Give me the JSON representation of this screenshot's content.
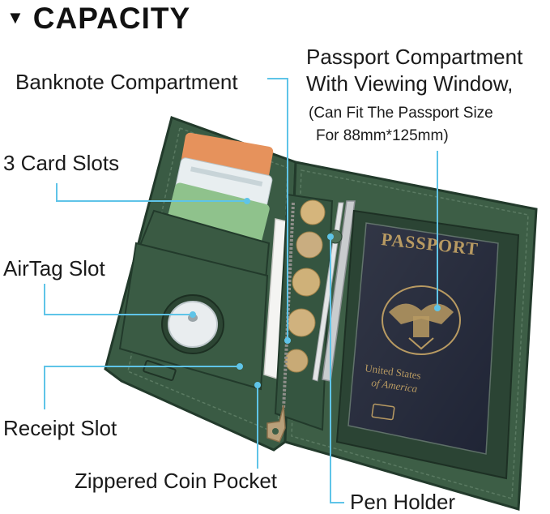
{
  "header": {
    "title": "CAPACITY"
  },
  "labels": {
    "passport_line1": "Passport Compartment",
    "passport_line2": "With Viewing Window,",
    "passport_line3": "(Can Fit The Passport Size",
    "passport_line4": "For 88mm*125mm)",
    "banknote": "Banknote Compartment",
    "card_slots": "3 Card Slots",
    "airtag": "AirTag Slot",
    "receipt": "Receipt Slot",
    "coin_pocket": "Zippered Coin Pocket",
    "pen_holder": "Pen Holder"
  },
  "passport": {
    "title": "PASSPORT",
    "country_line1": "United States",
    "country_line2": "of America"
  },
  "colors": {
    "leather": "#3c5d45",
    "leather_dark": "#2a4333",
    "callout": "#5fc4e8",
    "passport": "#1e2233",
    "gold": "#b89a62"
  }
}
